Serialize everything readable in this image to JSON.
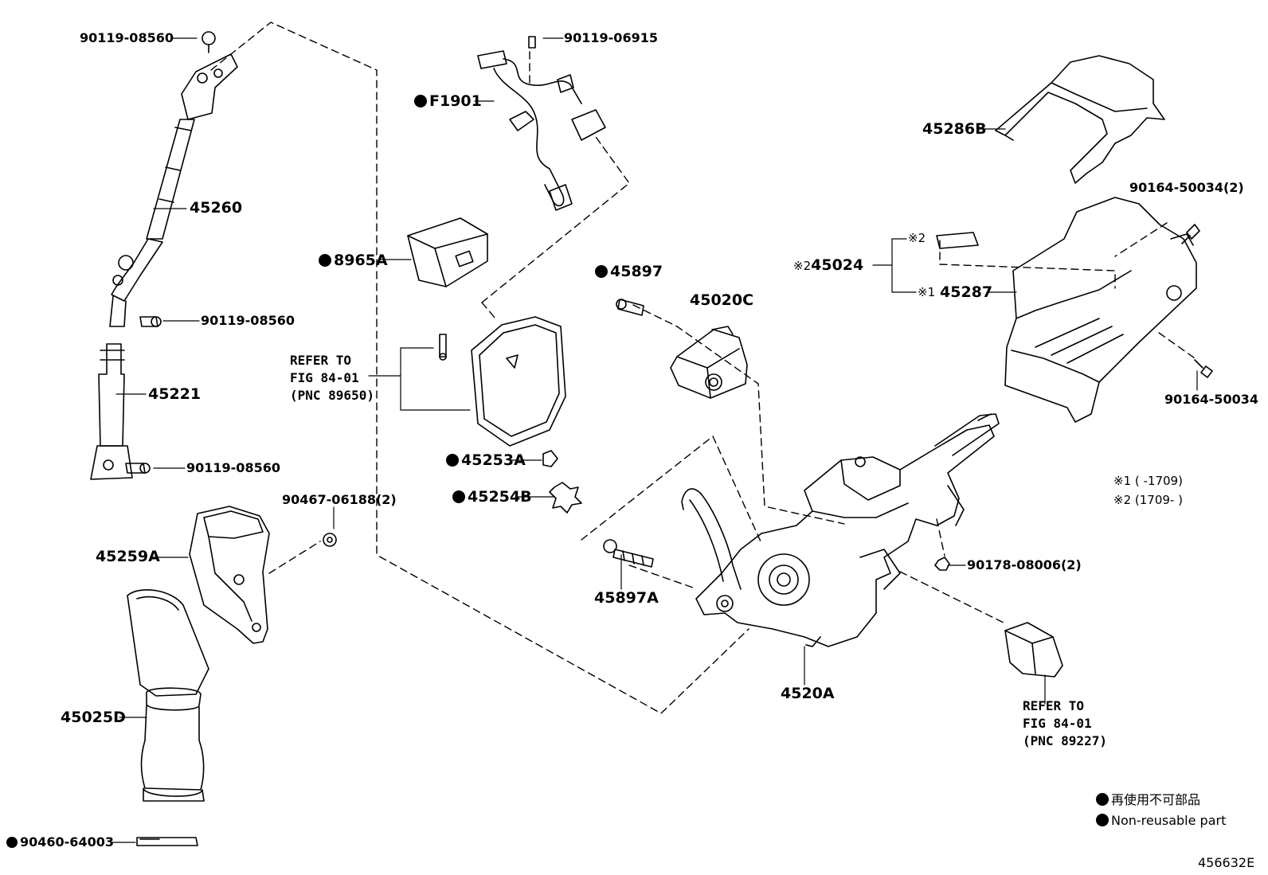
{
  "labels": {
    "p_90119_08560_top": "90119-08560",
    "p_90119_06915": "90119-06915",
    "p_F1901": "F1901",
    "p_45286B": "45286B",
    "p_45260": "45260",
    "p_90164_50034_2": "90164-50034(2)",
    "p_8965A": "8965A",
    "p_45897": "45897",
    "p_45020C": "45020C",
    "p_45024_mark": "※2",
    "p_45024": "45024",
    "p_note2_mark": "※2",
    "p_note1_mark": "※1",
    "p_45287": "45287",
    "p_90119_08560_mid": "90119-08560",
    "p_45221": "45221",
    "p_90164_50034": "90164-50034",
    "p_45253A": "45253A",
    "p_90119_08560_low": "90119-08560",
    "p_45254B": "45254B",
    "p_90467_06188_2": "90467-06188(2)",
    "p_45259A": "45259A",
    "p_90178_08006_2": "90178-08006(2)",
    "p_45897A": "45897A",
    "p_45025D": "45025D",
    "p_4520A": "4520A",
    "p_90460_64003": "90460-64003"
  },
  "refs": {
    "left": "REFER TO\nFIG 84-01\n(PNC 89650)",
    "right": "REFER TO\nFIG 84-01\n(PNC 89227)"
  },
  "notes": {
    "n1": "※1 (      -1709)",
    "n2": "※2 (1709-      )"
  },
  "legend": {
    "jp": "再使用不可部品",
    "en": "Non-reusable part"
  },
  "figure_id": "456632E"
}
